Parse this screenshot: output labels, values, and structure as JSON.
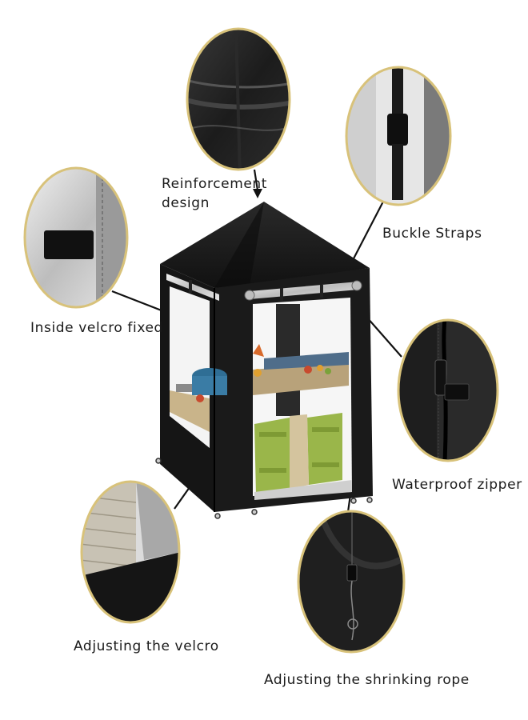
{
  "product": {
    "cover_color": "#141414",
    "frame_color": "#d9d9d9",
    "callout_ring_color": "#d8c27a"
  },
  "callouts": {
    "reinforcement_line1": "Reinforcement",
    "reinforcement_line2": "design",
    "buckle_straps": "Buckle Straps",
    "inside_velcro": "Inside  velcro  fixed",
    "waterproof_zipper": "Waterproof  zipper",
    "adjusting_velcro": "Adjusting the velcro",
    "adjusting_rope": "Adjusting the shrinking rope"
  }
}
